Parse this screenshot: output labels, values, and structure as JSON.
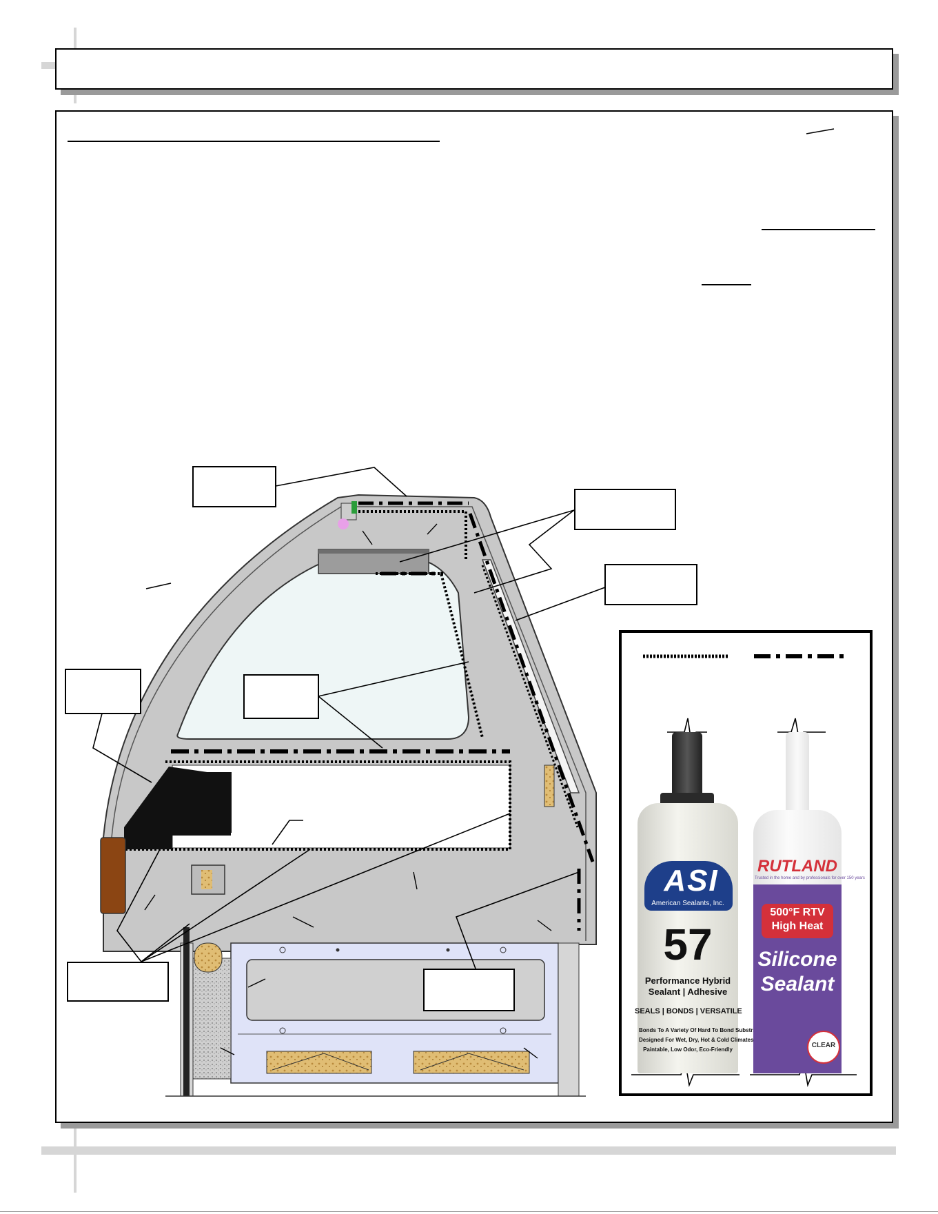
{
  "header": {
    "title": ""
  },
  "main": {
    "heading": "",
    "top_right_label": "",
    "label_front_glass": "",
    "label_gaskets": "",
    "label_rear_glass": "",
    "label_front_panel": "",
    "label_deck": "",
    "label_bottom_joints": "",
    "label_base": ""
  },
  "legend": {
    "dotted_label": "",
    "dashdot_label": ""
  },
  "products": {
    "asi": {
      "brand": "ASI",
      "maker": "American Sealants, Inc.",
      "number": "57",
      "line1": "Performance Hybrid",
      "line2": "Sealant | Adhesive",
      "line3": "SEALS | BONDS | VERSATILE",
      "line4": "Bonds To A Variety Of Hard To Bond Substrates",
      "line5": "Designed For Wet, Dry, Hot & Cold Climates",
      "line6": "Paintable, Low Odor, Eco-Friendly"
    },
    "rutland": {
      "brand": "RUTLAND",
      "tagline": "Trusted in the home and by professionals for over 150 years",
      "heat1": "500°F RTV",
      "heat2": "High Heat",
      "name1": "Silicone",
      "name2": "Sealant",
      "clear": "CLEAR"
    }
  },
  "colors": {
    "case_gray": "#c8c8c8",
    "glass_tint": "#eef6f6",
    "base_blue": "#dfe3f8",
    "wood": "#d9b36b",
    "bumper": "#8b4513",
    "rutland_purple": "#6a4a9c",
    "rutland_red": "#d4303a",
    "asi_blue": "#1e3f8a"
  }
}
